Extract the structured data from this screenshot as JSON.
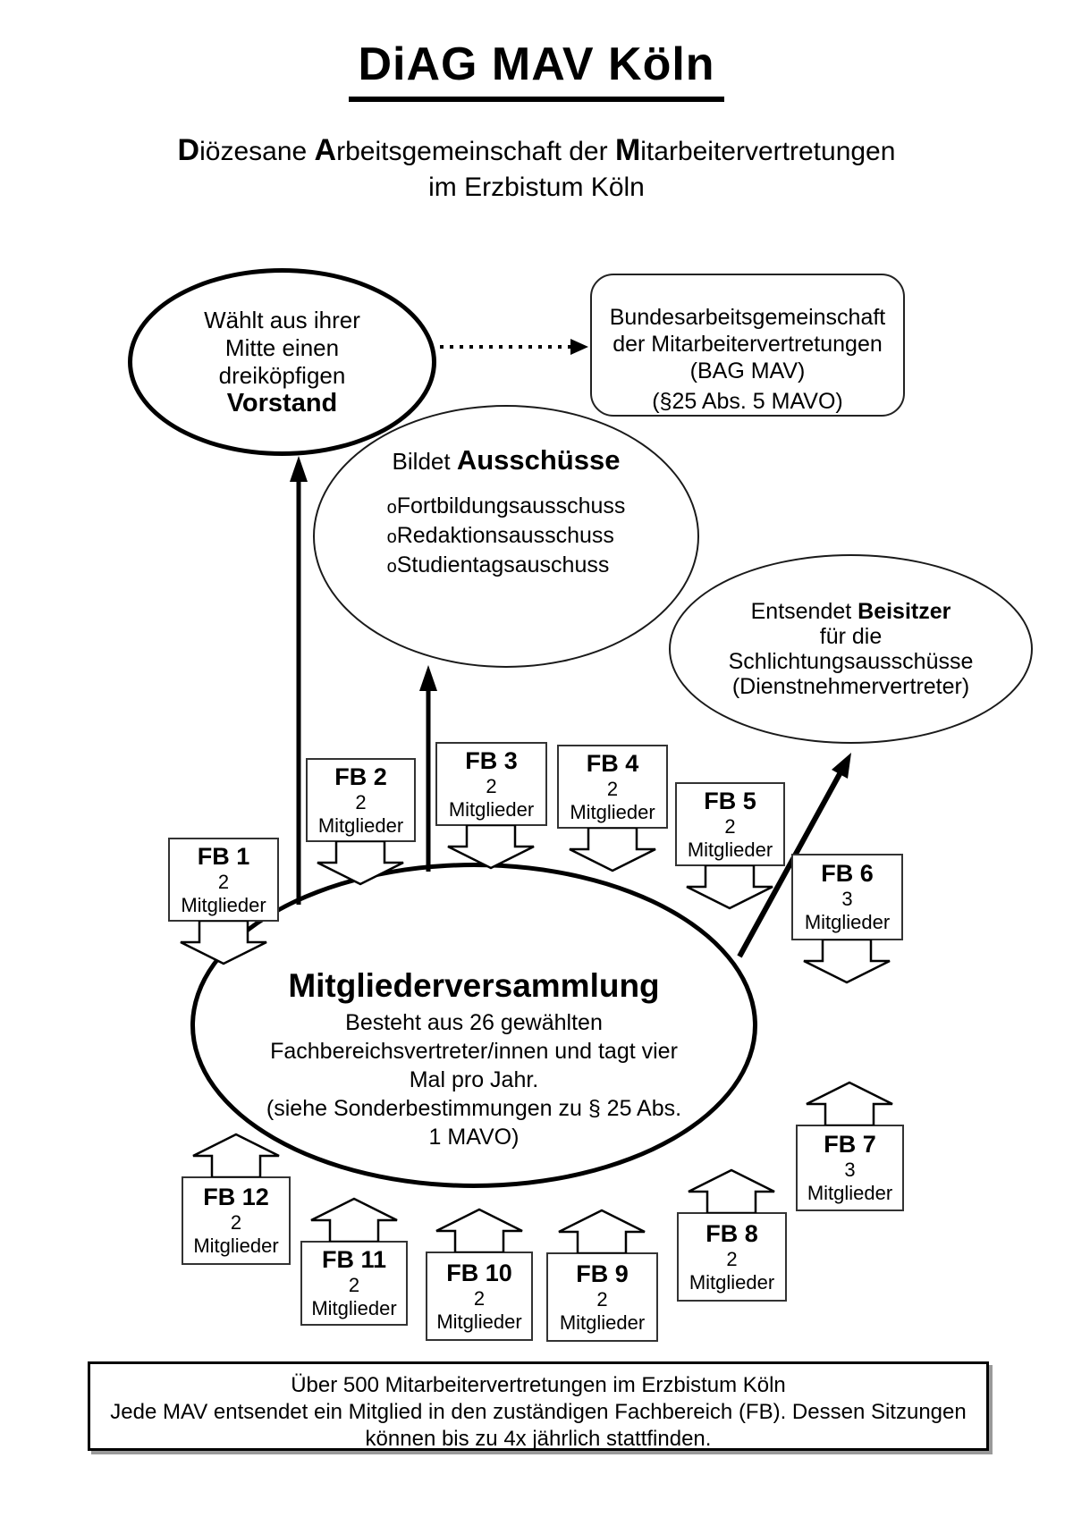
{
  "page": {
    "background": "#ffffff",
    "ink": "#000000",
    "shadow": "#9a9a9a"
  },
  "title": "DiAG MAV Köln",
  "subtitle": {
    "b1": "D",
    "t1": "iözesane ",
    "b2": "A",
    "t2": "rbeitsgemeinschaft der ",
    "b3": "M",
    "t3": "itarbeitervertretungen",
    "line2": "im Erzbistum Köln"
  },
  "vorstand_ellipse": {
    "line1": "Wählt aus ihrer",
    "line2": "Mitte einen",
    "line3": "dreiköpfigen",
    "line4_bold": "Vorstand"
  },
  "bag_box": {
    "line1": "Bundesarbeitsgemeinschaft",
    "line2": "der Mitarbeitervertretungen",
    "line3": "(BAG MAV)",
    "line4": "(§25 Abs. 5 MAVO)"
  },
  "ausschuesse_ellipse": {
    "heading_prefix": "Bildet ",
    "heading_bold": "Ausschüsse",
    "bullet_char": "o",
    "items": [
      "Fortbildungsausschuss",
      "Redaktionsausschuss",
      "Studientagsauschuss"
    ]
  },
  "beisitzer_ellipse": {
    "line1_prefix": "Entsendet ",
    "line1_bold": "Beisitzer",
    "line2": "für die",
    "line3": "Schlichtungsausschüsse",
    "line4": "(Dienstnehmervertreter)"
  },
  "members_ellipse": {
    "title": "Mitgliederversammlung",
    "lines": [
      "Besteht aus 26 gewählten",
      "Fachbereichsvertreter/innen und tagt vier",
      "Mal pro Jahr.",
      "(siehe Sonderbestimmungen zu § 25 Abs.",
      "1 MAVO)"
    ]
  },
  "fb_units": [
    {
      "label": "FB 1",
      "count": "2",
      "members": "Mitglieder"
    },
    {
      "label": "FB 2",
      "count": "2",
      "members": "Mitglieder"
    },
    {
      "label": "FB 3",
      "count": "2",
      "members": "Mitglieder"
    },
    {
      "label": "FB 4",
      "count": "2",
      "members": "Mitglieder"
    },
    {
      "label": "FB 5",
      "count": "2",
      "members": "Mitglieder"
    },
    {
      "label": "FB 6",
      "count": "3",
      "members": "Mitglieder"
    },
    {
      "label": "FB 7",
      "count": "3",
      "members": "Mitglieder"
    },
    {
      "label": "FB 8",
      "count": "2",
      "members": "Mitglieder"
    },
    {
      "label": "FB 9",
      "count": "2",
      "members": "Mitglieder"
    },
    {
      "label": "FB 10",
      "count": "2",
      "members": "Mitglieder"
    },
    {
      "label": "FB 11",
      "count": "2",
      "members": "Mitglieder"
    },
    {
      "label": "FB 12",
      "count": "2",
      "members": "Mitglieder"
    }
  ],
  "footer_box": {
    "line1": "Über 500 Mitarbeitervertretungen im Erzbistum Köln",
    "line2": "Jede MAV entsendet ein Mitglied in den zuständigen Fachbereich (FB). Dessen Sitzungen",
    "line3": "können bis zu 4x jährlich stattfinden."
  }
}
